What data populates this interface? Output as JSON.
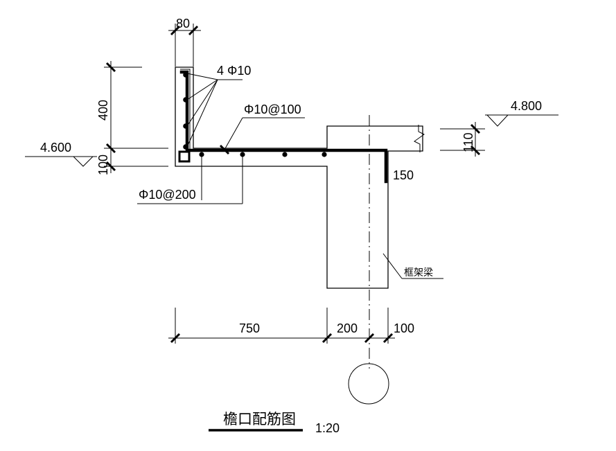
{
  "dimensions": {
    "parapet_thickness": "80",
    "parapet_height": "400",
    "slab_thickness": "100",
    "slab_thickness_right": "110",
    "overhang_length": "750",
    "beam_half_left": "200",
    "beam_half_right": "100",
    "beam_bar_depth": "150"
  },
  "elevations": {
    "left": "4.600",
    "right": "4.800"
  },
  "rebar": {
    "parapet_bars": "4 Φ10",
    "top_bars": "Φ10@100",
    "slab_dist": "Φ10@200"
  },
  "labels": {
    "beam": "框架梁",
    "title": "檐口配筋图",
    "scale": "1:20"
  }
}
